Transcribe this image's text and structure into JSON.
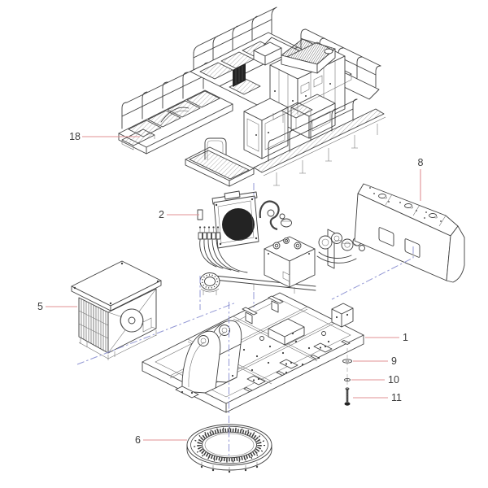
{
  "figure": {
    "type": "exploded-parts-diagram",
    "style": "isometric line art"
  },
  "callouts": {
    "c18": {
      "label": "18"
    },
    "c2": {
      "label": "2"
    },
    "c8": {
      "label": "8"
    },
    "c5": {
      "label": "5"
    },
    "c1": {
      "label": "1"
    },
    "c9": {
      "label": "9"
    },
    "c10": {
      "label": "10"
    },
    "c11": {
      "label": "11"
    },
    "c6": {
      "label": "6"
    }
  },
  "colors": {
    "leader_line": "#e09193",
    "center_line": "#9297d4",
    "line_art": "#3f3f3f",
    "background": "#ffffff",
    "label_text": "#3b3b3b"
  }
}
